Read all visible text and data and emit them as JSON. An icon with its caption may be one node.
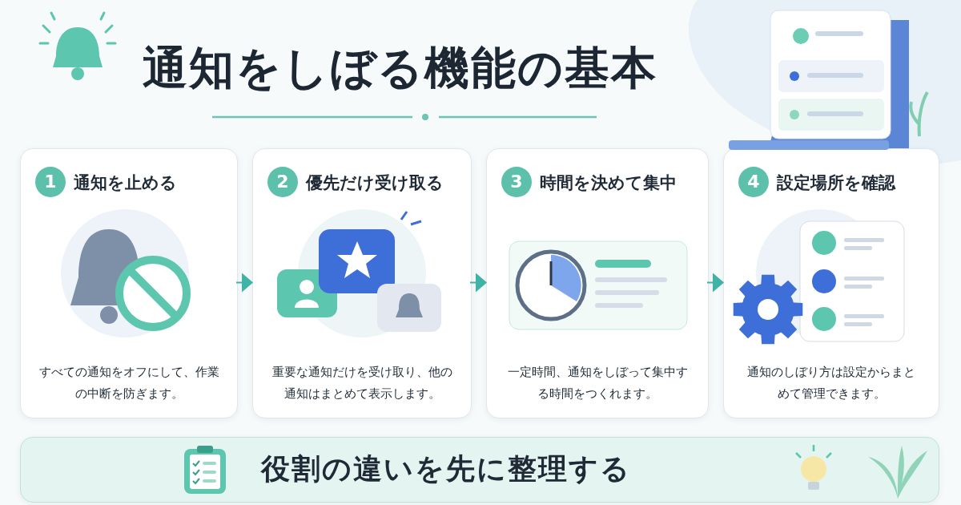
{
  "diagram": {
    "title": "通知をしぼる機能の基本",
    "nodes": [
      {
        "text": [
          "1",
          "通知を止める",
          "すべての通知をオフにして、作業の中断を防ぎます。"
        ]
      },
      {
        "text": [
          "2",
          "優先だけ受け取る",
          "重要な通知だけを受け取り、他の通知はまとめて表示します。"
        ]
      },
      {
        "text": [
          "3",
          "時間を決めて集中",
          "一定時間、通知をしぼって集中する時間をつくれます。"
        ]
      },
      {
        "text": [
          "4",
          "設定場所を確認",
          "通知のしぼり方は設定からまとめて管理できます。"
        ]
      },
      {
        "text": [
          "役割の違いを先に整理する"
        ]
      }
    ],
    "edges": [
      {
        "from": 0,
        "to": 1,
        "arrow": "to"
      },
      {
        "from": 1,
        "to": 2,
        "arrow": "to"
      },
      {
        "from": 2,
        "to": 3,
        "arrow": "to"
      }
    ]
  }
}
